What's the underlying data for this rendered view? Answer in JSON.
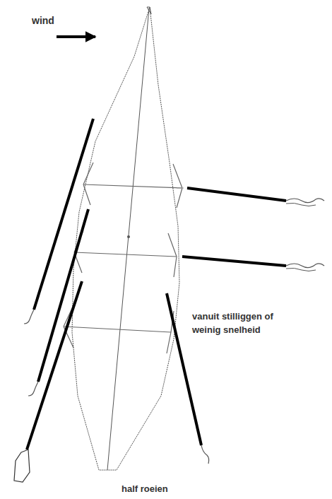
{
  "diagram": {
    "labels": [
      "wind",
      "vanuit stilliggen of weinig snelheid",
      "half roeien"
    ]
  }
}
